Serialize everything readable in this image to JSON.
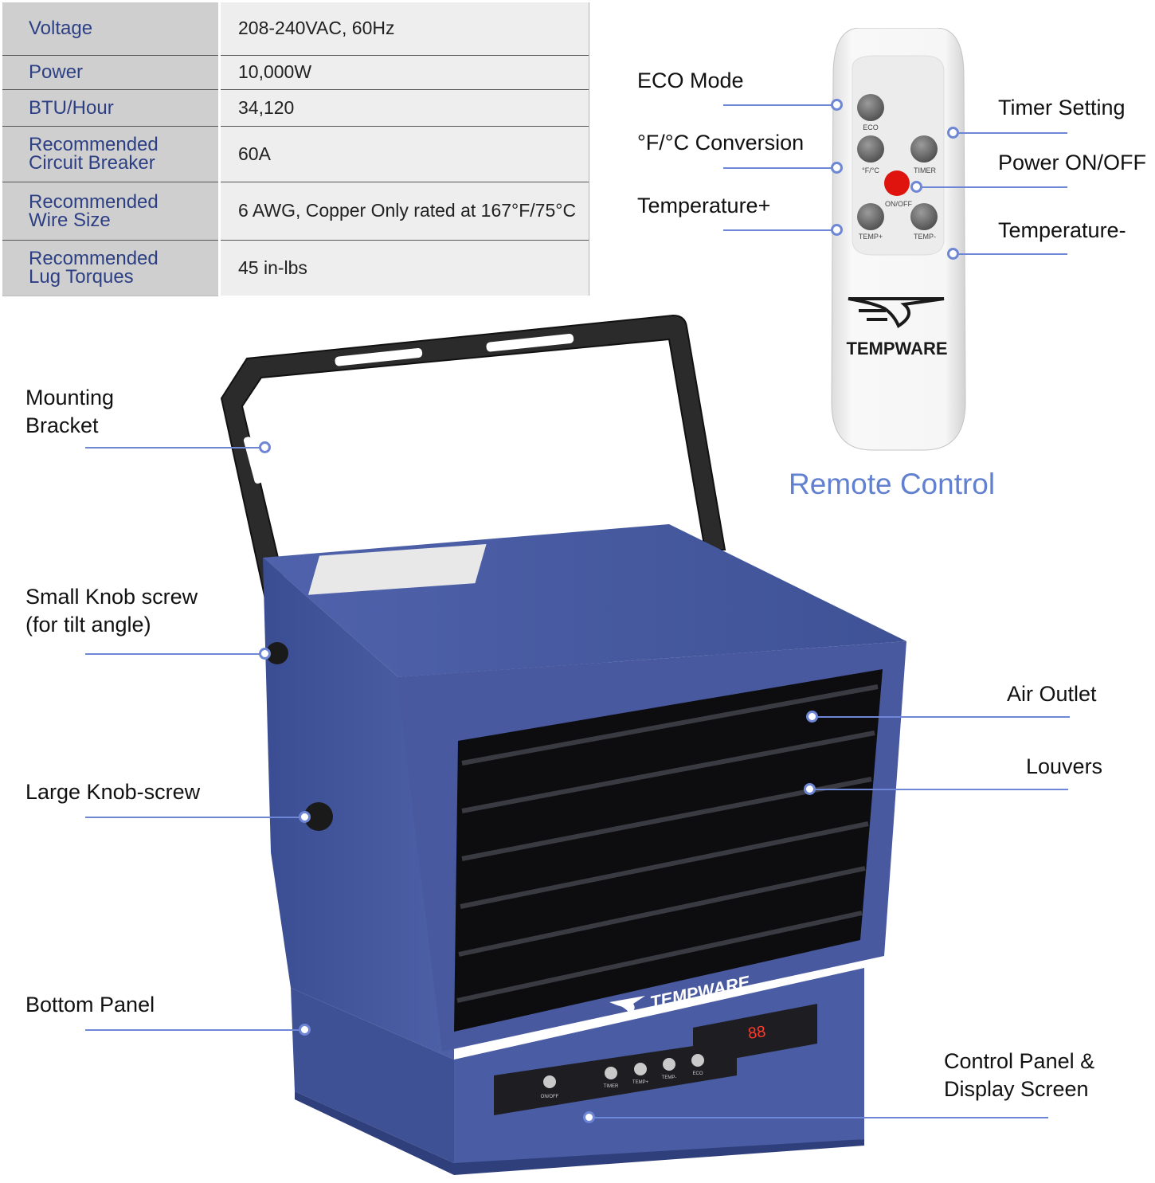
{
  "specs": [
    {
      "key": [
        "Voltage"
      ],
      "value": "208-240VAC, 60Hz"
    },
    {
      "key": [
        "Power"
      ],
      "value": "10,000W"
    },
    {
      "key": [
        "BTU/Hour"
      ],
      "value": "34,120"
    },
    {
      "key": [
        "Recommended",
        "Circuit Breaker"
      ],
      "value": "60A"
    },
    {
      "key": [
        "Recommended",
        "Wire Size"
      ],
      "value": "6 AWG, Copper Only rated at 167°F/75°C"
    },
    {
      "key": [
        "Recommended",
        "Lug Torques"
      ],
      "value": "45 in-lbs"
    }
  ],
  "remote": {
    "title": "Remote Control",
    "brand": "TEMPWARE",
    "callouts": {
      "eco": "ECO Mode",
      "conversion": "°F/°C Conversion",
      "temp_plus": "Temperature+",
      "timer": "Timer Setting",
      "power": "Power ON/OFF",
      "temp_minus": "Temperature-"
    },
    "buttons": {
      "eco": "ECO",
      "fc": "°F/°C",
      "timer": "TIMER",
      "onoff": "ON/OFF",
      "temp_plus": "TEMP+",
      "temp_minus": "TEMP-"
    }
  },
  "heater": {
    "brand": "TEMPWARE",
    "callouts": {
      "mounting_bracket": [
        "Mounting",
        "Bracket"
      ],
      "small_knob": [
        "Small Knob screw",
        "(for tilt angle)"
      ],
      "large_knob": "Large Knob-screw",
      "bottom_panel": "Bottom Panel",
      "air_outlet": "Air Outlet",
      "louvers": "Louvers",
      "control_panel": [
        "Control Panel &",
        "Display Screen"
      ]
    },
    "panel_labels": {
      "onoff": "ON/OFF",
      "timer": "TIMER",
      "temp_plus": "TEMP+",
      "temp_minus": "TEMP-",
      "eco": "ECO"
    },
    "display": "88"
  },
  "colors": {
    "accent": "#6e86d6",
    "title_blue": "#6180cf",
    "heater_body": "#4a5da3",
    "table_key_text": "#2c3f84"
  }
}
